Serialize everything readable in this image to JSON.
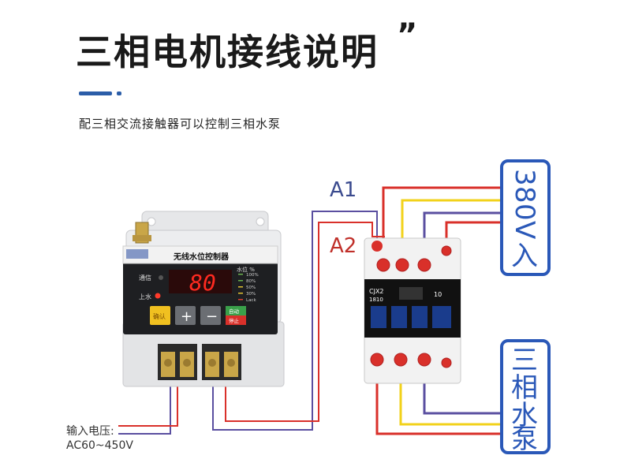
{
  "header": {
    "title": "三相电机接线说明",
    "subtitle": "配三相交流接触器可以控制三相水泵"
  },
  "labels": {
    "a1": "A1",
    "a2": "A2",
    "supply": [
      "3",
      "8",
      "0",
      "V",
      "入"
    ],
    "pump": [
      "三",
      "相",
      "水",
      "泵"
    ],
    "input_label": "输入电压:",
    "input_range": "AC60~450V"
  },
  "controller": {
    "name": "无线水位控制器",
    "signal_label": "通信",
    "fill_label": "上水",
    "display": "80",
    "level_title": "水位 %",
    "levels": [
      "100%",
      "80%",
      "50%",
      "30%",
      "Lack"
    ],
    "btn_mode": "确认",
    "btn_plus": "+",
    "btn_minus": "−",
    "btn_auto": "自动",
    "btn_stop": "停止"
  },
  "contactor": {
    "model": "CJX2",
    "model_num": "1810",
    "aux_num": "10"
  },
  "wire_colors": {
    "red": "#d9302a",
    "yellow": "#f2d21b",
    "purple": "#5a4fa0"
  }
}
